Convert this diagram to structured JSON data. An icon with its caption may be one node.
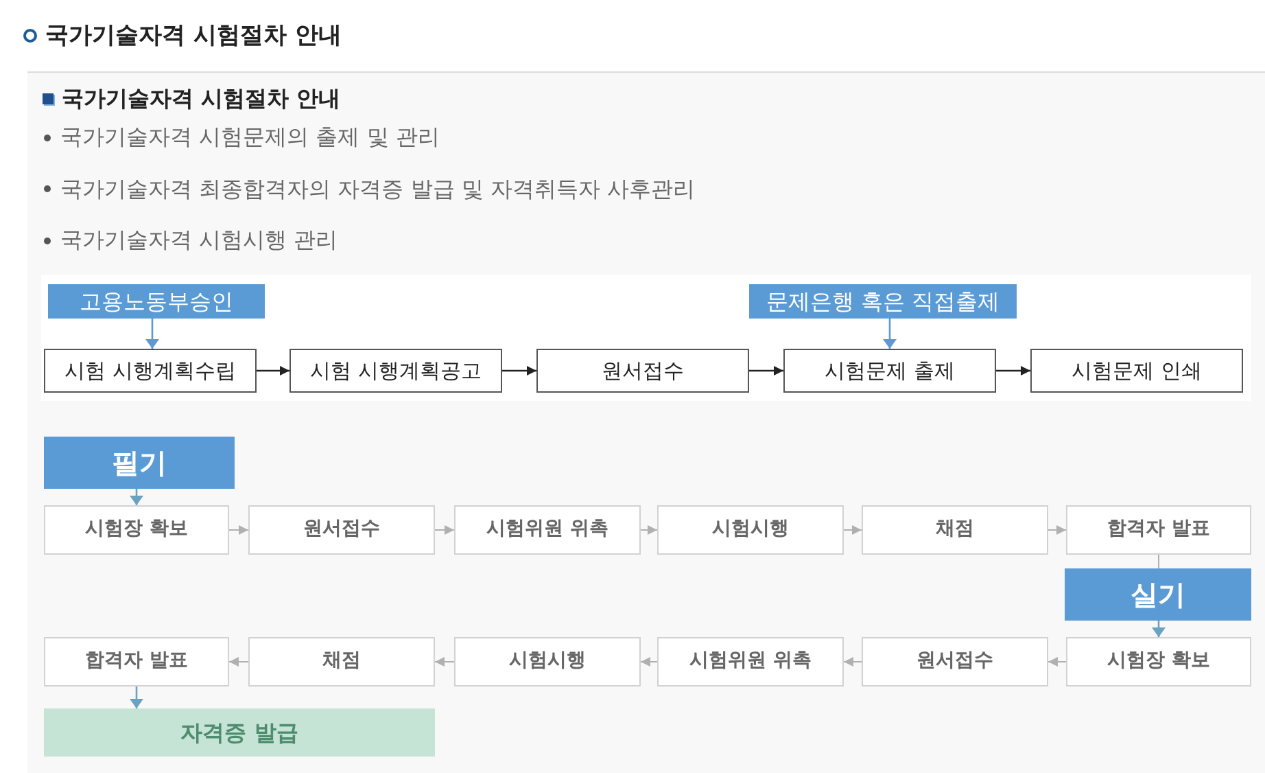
{
  "diagram": {
    "title": "국가기술자격 시험절차 안내",
    "nodes": [
      {
        "text": [
          "고용노동부승인"
        ]
      },
      {
        "text": [
          "문제은행 혹은 직접출제"
        ]
      },
      {
        "text": [
          "시험 시행계획수립"
        ]
      },
      {
        "text": [
          "시험 시행계획공고"
        ]
      },
      {
        "text": [
          "원서접수"
        ]
      },
      {
        "text": [
          "시험문제 출제"
        ]
      },
      {
        "text": [
          "시험문제 인쇄"
        ]
      },
      {
        "text": [
          "필기"
        ]
      },
      {
        "text": [
          "시험장 확보"
        ]
      },
      {
        "text": [
          "원서접수"
        ]
      },
      {
        "text": [
          "시험위원 위촉"
        ]
      },
      {
        "text": [
          "시험시행"
        ]
      },
      {
        "text": [
          "채점"
        ]
      },
      {
        "text": [
          "합격자 발표"
        ]
      },
      {
        "text": [
          "실기"
        ]
      },
      {
        "text": [
          "시험장 확보"
        ]
      },
      {
        "text": [
          "원서접수"
        ]
      },
      {
        "text": [
          "시험위원 위촉"
        ]
      },
      {
        "text": [
          "시험시행"
        ]
      },
      {
        "text": [
          "채점"
        ]
      },
      {
        "text": [
          "합격자 발표"
        ]
      },
      {
        "text": [
          "자격증 발급"
        ]
      }
    ],
    "edges": [
      {
        "from": 0,
        "to": 2,
        "arrow": "to",
        "color": "#5b9bd5"
      },
      {
        "from": 1,
        "to": 5,
        "arrow": "to",
        "color": "#5b9bd5"
      },
      {
        "from": 2,
        "to": 3,
        "arrow": "to",
        "color": "#222222"
      },
      {
        "from": 3,
        "to": 4,
        "arrow": "to",
        "color": "#222222"
      },
      {
        "from": 4,
        "to": 5,
        "arrow": "to",
        "color": "#222222"
      },
      {
        "from": 5,
        "to": 6,
        "arrow": "to",
        "color": "#222222"
      },
      {
        "from": 7,
        "to": 8,
        "arrow": "to",
        "color": "#6aa3c2"
      },
      {
        "from": 8,
        "to": 9,
        "arrow": "to"
      },
      {
        "from": 9,
        "to": 10,
        "arrow": "to"
      },
      {
        "from": 10,
        "to": 11,
        "arrow": "to"
      },
      {
        "from": 11,
        "to": 12,
        "arrow": "to"
      },
      {
        "from": 12,
        "to": 13,
        "arrow": "to"
      },
      {
        "from": 13,
        "to": 14,
        "arrow": "none"
      },
      {
        "from": 14,
        "to": 15,
        "arrow": "to",
        "color": "#6aa3c2"
      },
      {
        "from": 15,
        "to": 16,
        "arrow": "to"
      },
      {
        "from": 16,
        "to": 17,
        "arrow": "to"
      },
      {
        "from": 17,
        "to": 18,
        "arrow": "to"
      },
      {
        "from": 18,
        "to": 19,
        "arrow": "to"
      },
      {
        "from": 19,
        "to": 20,
        "arrow": "to"
      },
      {
        "from": 20,
        "to": 21,
        "arrow": "to",
        "color": "#6aa3c2"
      }
    ],
    "labels": [
      "국가기술자격 시험절차 안내",
      "국가기술자격 시험문제의 출제 및 관리",
      "국가기술자격 최종합격자의 자격증 발급 및 자격취득자 사후관리",
      "국가기술자격 시험시행 관리"
    ]
  }
}
